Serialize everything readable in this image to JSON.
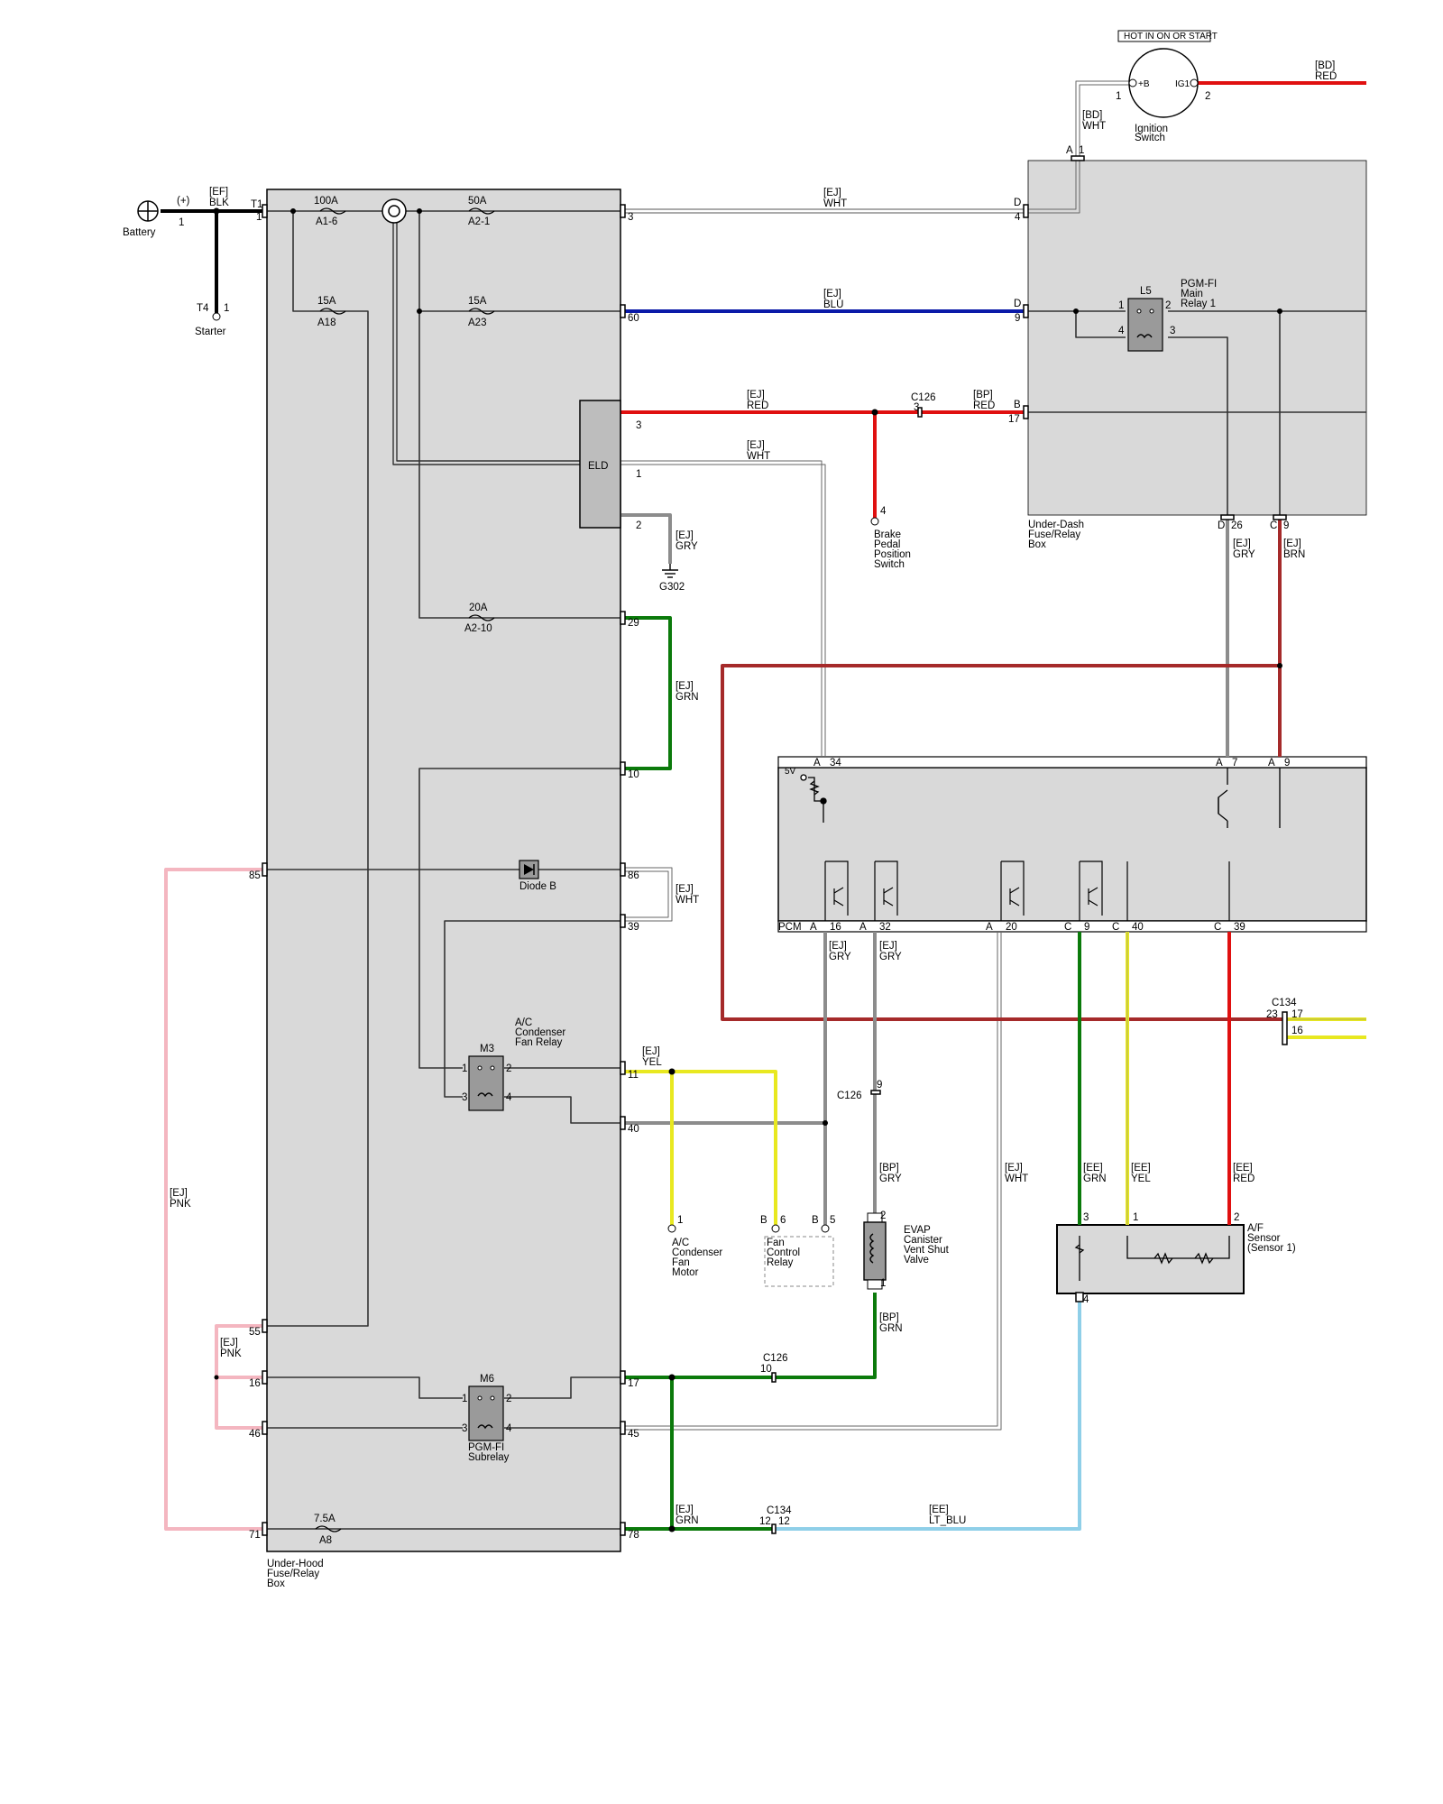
{
  "colors": {
    "BLK": "#000000",
    "WHT": "#ffffff",
    "RED": "#e01010",
    "BLU": "#0a1aa8",
    "GRY": "#8c8c8c",
    "GRN": "#0b7a0b",
    "YEL": "#e8e820",
    "BRN": "#a52a2a",
    "PNK": "#f4b6c0",
    "LT_BLU": "#8fcfe8",
    "BOX": "#d9d9d9"
  },
  "components": {
    "battery": "Battery",
    "battery_polarity": "(+)",
    "battery_pin": "1",
    "starter": "Starter",
    "starter_conn": "T4",
    "starter_pin": "1",
    "ignition_hot": "HOT IN ON OR START",
    "ignition_b": "+B",
    "ignition_ig1": "IG1",
    "ignition_pin1": "1",
    "ignition_pin2": "2",
    "ignition_name_1": "Ignition",
    "ignition_name_2": "Switch",
    "underhood_1": "Under-Hood",
    "underhood_2": "Fuse/Relay",
    "underhood_3": "Box",
    "underdash_1": "Under-Dash",
    "underdash_2": "Fuse/Relay",
    "underdash_3": "Box",
    "eld": "ELD",
    "ground": "G302",
    "brake_1": "Brake",
    "brake_2": "Pedal",
    "brake_3": "Position",
    "brake_4": "Switch",
    "brake_pin": "4",
    "diode": "Diode B",
    "ac_relay_1": "A/C",
    "ac_relay_2": "Condenser",
    "ac_relay_3": "Fan Relay",
    "m3": "M3",
    "m6": "M6",
    "subrelay_1": "PGM-FI",
    "subrelay_2": "Subrelay",
    "l5": "L5",
    "main_relay_1": "PGM-FI",
    "main_relay_2": "Main",
    "main_relay_3": "Relay 1",
    "pcm": "PCM",
    "pcm_5v": "5V",
    "ac_fan_1": "A/C",
    "ac_fan_2": "Condenser",
    "ac_fan_3": "Fan",
    "ac_fan_4": "Motor",
    "ac_fan_pin": "1",
    "fan_ctrl_1": "Fan",
    "fan_ctrl_2": "Control",
    "fan_ctrl_3": "Relay",
    "evap_1": "EVAP",
    "evap_2": "Canister",
    "evap_3": "Vent Shut",
    "evap_4": "Valve",
    "af_1": "A/F",
    "af_2": "Sensor",
    "af_3": "(Sensor 1)"
  },
  "fuses": [
    {
      "amp": "100A",
      "id": "A1-6"
    },
    {
      "amp": "50A",
      "id": "A2-1"
    },
    {
      "amp": "15A",
      "id": "A18"
    },
    {
      "amp": "15A",
      "id": "A23"
    },
    {
      "amp": "20A",
      "id": "A2-10"
    },
    {
      "amp": "7.5A",
      "id": "A8"
    }
  ],
  "wire_labels": [
    {
      "harness": "[EF]",
      "color": "BLK"
    },
    {
      "harness": "[BD]",
      "color": "RED"
    },
    {
      "harness": "[BD]",
      "color": "WHT"
    },
    {
      "harness": "[EJ]",
      "color": "WHT"
    },
    {
      "harness": "[EJ]",
      "color": "BLU"
    },
    {
      "harness": "[EJ]",
      "color": "RED"
    },
    {
      "harness": "[BP]",
      "color": "RED"
    },
    {
      "harness": "[EJ]",
      "color": "WHT"
    },
    {
      "harness": "[EJ]",
      "color": "GRY"
    },
    {
      "harness": "[EJ]",
      "color": "GRN"
    },
    {
      "harness": "[EJ]",
      "color": "GRY"
    },
    {
      "harness": "[EJ]",
      "color": "BRN"
    },
    {
      "harness": "[EJ]",
      "color": "WHT"
    },
    {
      "harness": "[EJ]",
      "color": "GRY"
    },
    {
      "harness": "[EJ]",
      "color": "GRY"
    },
    {
      "harness": "[EJ]",
      "color": "YEL"
    },
    {
      "harness": "[EJ]",
      "color": "PNK"
    },
    {
      "harness": "[BP]",
      "color": "GRY"
    },
    {
      "harness": "[EJ]",
      "color": "WHT"
    },
    {
      "harness": "[EE]",
      "color": "GRN"
    },
    {
      "harness": "[EE]",
      "color": "YEL"
    },
    {
      "harness": "[EE]",
      "color": "RED"
    },
    {
      "harness": "[EJ]",
      "color": "PNK"
    },
    {
      "harness": "[BP]",
      "color": "GRN"
    },
    {
      "harness": "[EJ]",
      "color": "GRN"
    },
    {
      "harness": "[EE]",
      "color": "LT_BLU"
    }
  ],
  "connectors": {
    "c126": "C126",
    "c134": "C134",
    "t1": "T1",
    "a": "A",
    "b": "B",
    "c": "C",
    "d": "D"
  },
  "pins": {
    "uh_left": [
      "1",
      "85",
      "55",
      "16",
      "46",
      "71"
    ],
    "uh_right": [
      "3",
      "60",
      "3",
      "1",
      "2",
      "29",
      "10",
      "86",
      "39",
      "11",
      "40",
      "17",
      "45",
      "78"
    ],
    "ud": [
      "1",
      "4",
      "9",
      "17",
      "26",
      "9"
    ],
    "relay": [
      "1",
      "2",
      "3",
      "4"
    ],
    "pcm": [
      "34",
      "7",
      "9",
      "16",
      "32",
      "20",
      "9",
      "40",
      "39"
    ],
    "misc": [
      "3",
      "9",
      "10",
      "12",
      "12",
      "23",
      "17",
      "16",
      "6",
      "5",
      "2",
      "1",
      "3",
      "1",
      "2",
      "4"
    ]
  }
}
